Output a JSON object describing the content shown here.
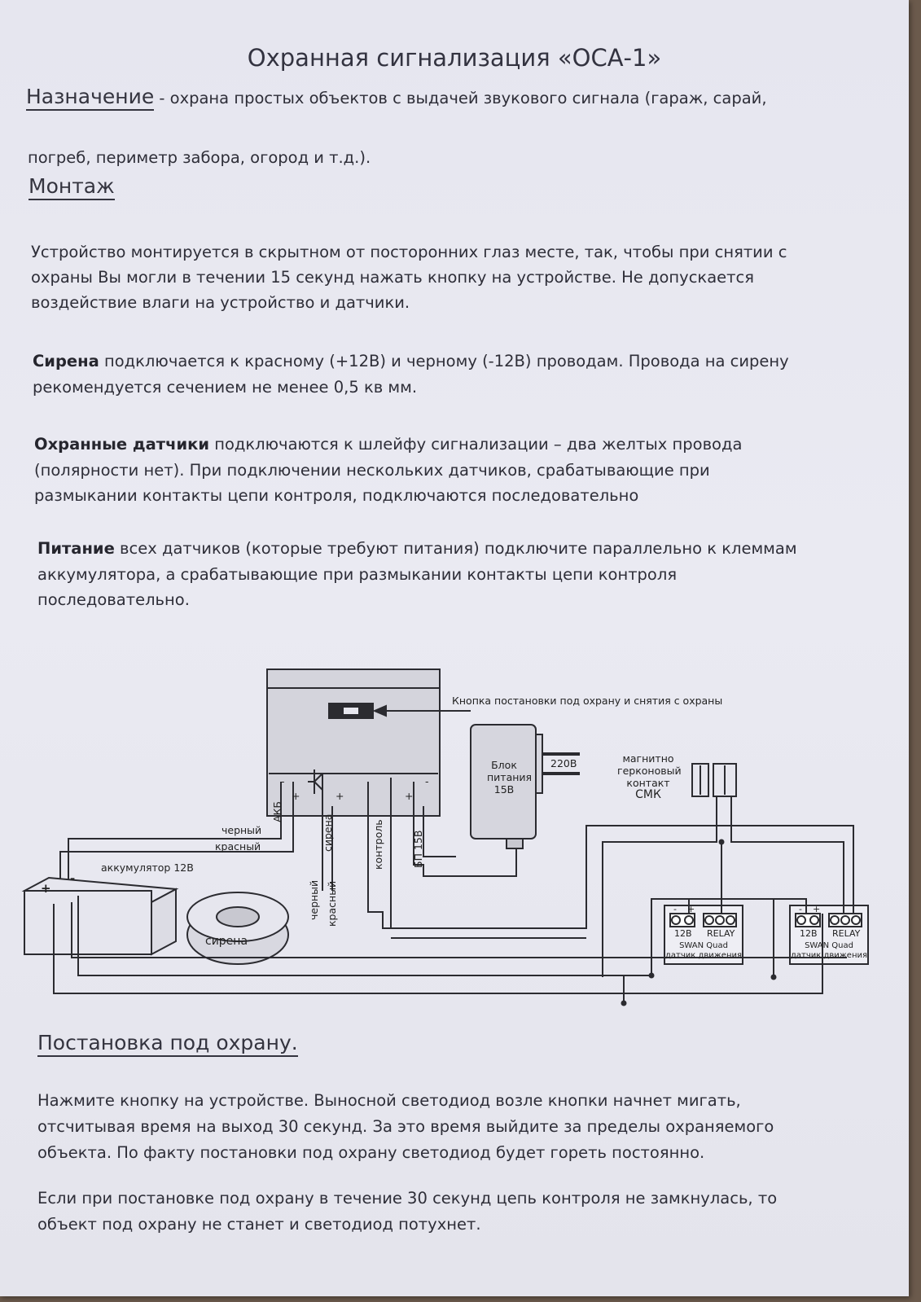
{
  "doc": {
    "title": "Охранная сигнализация «ОСА-1»",
    "purpose": {
      "heading": "Назначение",
      "text": " - охрана простых объектов с выдачей звукового сигнала (гараж, сарай,",
      "text2": "погреб, периметр забора, огород и т.д.)."
    },
    "mounting": {
      "heading": "Монтаж",
      "lines": [
        "Устройство монтируется в скрытном от посторонних глаз месте, так, чтобы при снятии с",
        "охраны Вы могли в течении 15 секунд нажать кнопку на устройстве. Не допускается",
        "воздействие влаги на устройство и датчики."
      ]
    },
    "siren": {
      "bold": "Сирена",
      "line1": " подключается к красному (+12В) и черному (-12В) проводам. Провода на сирену",
      "line2": "рекомендуется сечением не менее 0,5 кв мм."
    },
    "sensors": {
      "bold": "Охранные датчики",
      "line1": " подключаются к шлейфу сигнализации – два желтых провода",
      "line2": "(полярности нет). При подключении нескольких датчиков, срабатывающие при",
      "line3": "размыкании контакты цепи контроля, подключаются последовательно"
    },
    "power": {
      "bold": "Питание",
      "line1": " всех датчиков (которые требуют питания) подключите параллельно к клеммам",
      "line2": "аккумулятора, а срабатывающие при размыкании контакты цепи контроля",
      "line3": "последовательно."
    },
    "arming": {
      "heading": "Постановка под охрану.",
      "p1": [
        "Нажмите кнопку на устройстве. Выносной светодиод возле кнопки начнет мигать,",
        "отсчитывая время на выход 30 секунд. За это время выйдите за пределы охраняемого",
        "объекта. По факту постановки под охрану светодиод будет гореть постоянно."
      ],
      "p2": [
        "Если при постановке под охрану в течение 30 секунд цепь контроля не замкнулась, то",
        "объект под охрану не станет и светодиод потухнет."
      ]
    }
  },
  "diagram": {
    "button_label": "Кнопка постановки под охрану и снятия с охраны",
    "psu": {
      "line1": "Блок",
      "line2": "питания",
      "line3": "15В",
      "mains": "220В"
    },
    "reed": {
      "line1": "магнитно",
      "line2": "герконовый",
      "line3": "контакт",
      "line4": "СМК"
    },
    "terminals": {
      "akb": "АКБ",
      "siren": "сирена",
      "control": "контроль",
      "psu": "БП 15В",
      "plus": "+",
      "minus": "-"
    },
    "wires": {
      "black": "черный",
      "red": "красный"
    },
    "battery": {
      "label": "аккумулятор 12В",
      "plus": "+",
      "minus": "-"
    },
    "siren_device": {
      "label": "сирена",
      "black": "черный",
      "red": "красный"
    },
    "sensor1": {
      "v12": "12В",
      "relay": "RELAY",
      "model": "SWAN Quad",
      "desc": "датчик движения",
      "minus": "-",
      "plus": "+"
    },
    "sensor2": {
      "v12": "12В",
      "relay": "RELAY",
      "model": "SWAN Quad",
      "desc": "датчик движения",
      "minus": "-",
      "plus": "+"
    }
  }
}
